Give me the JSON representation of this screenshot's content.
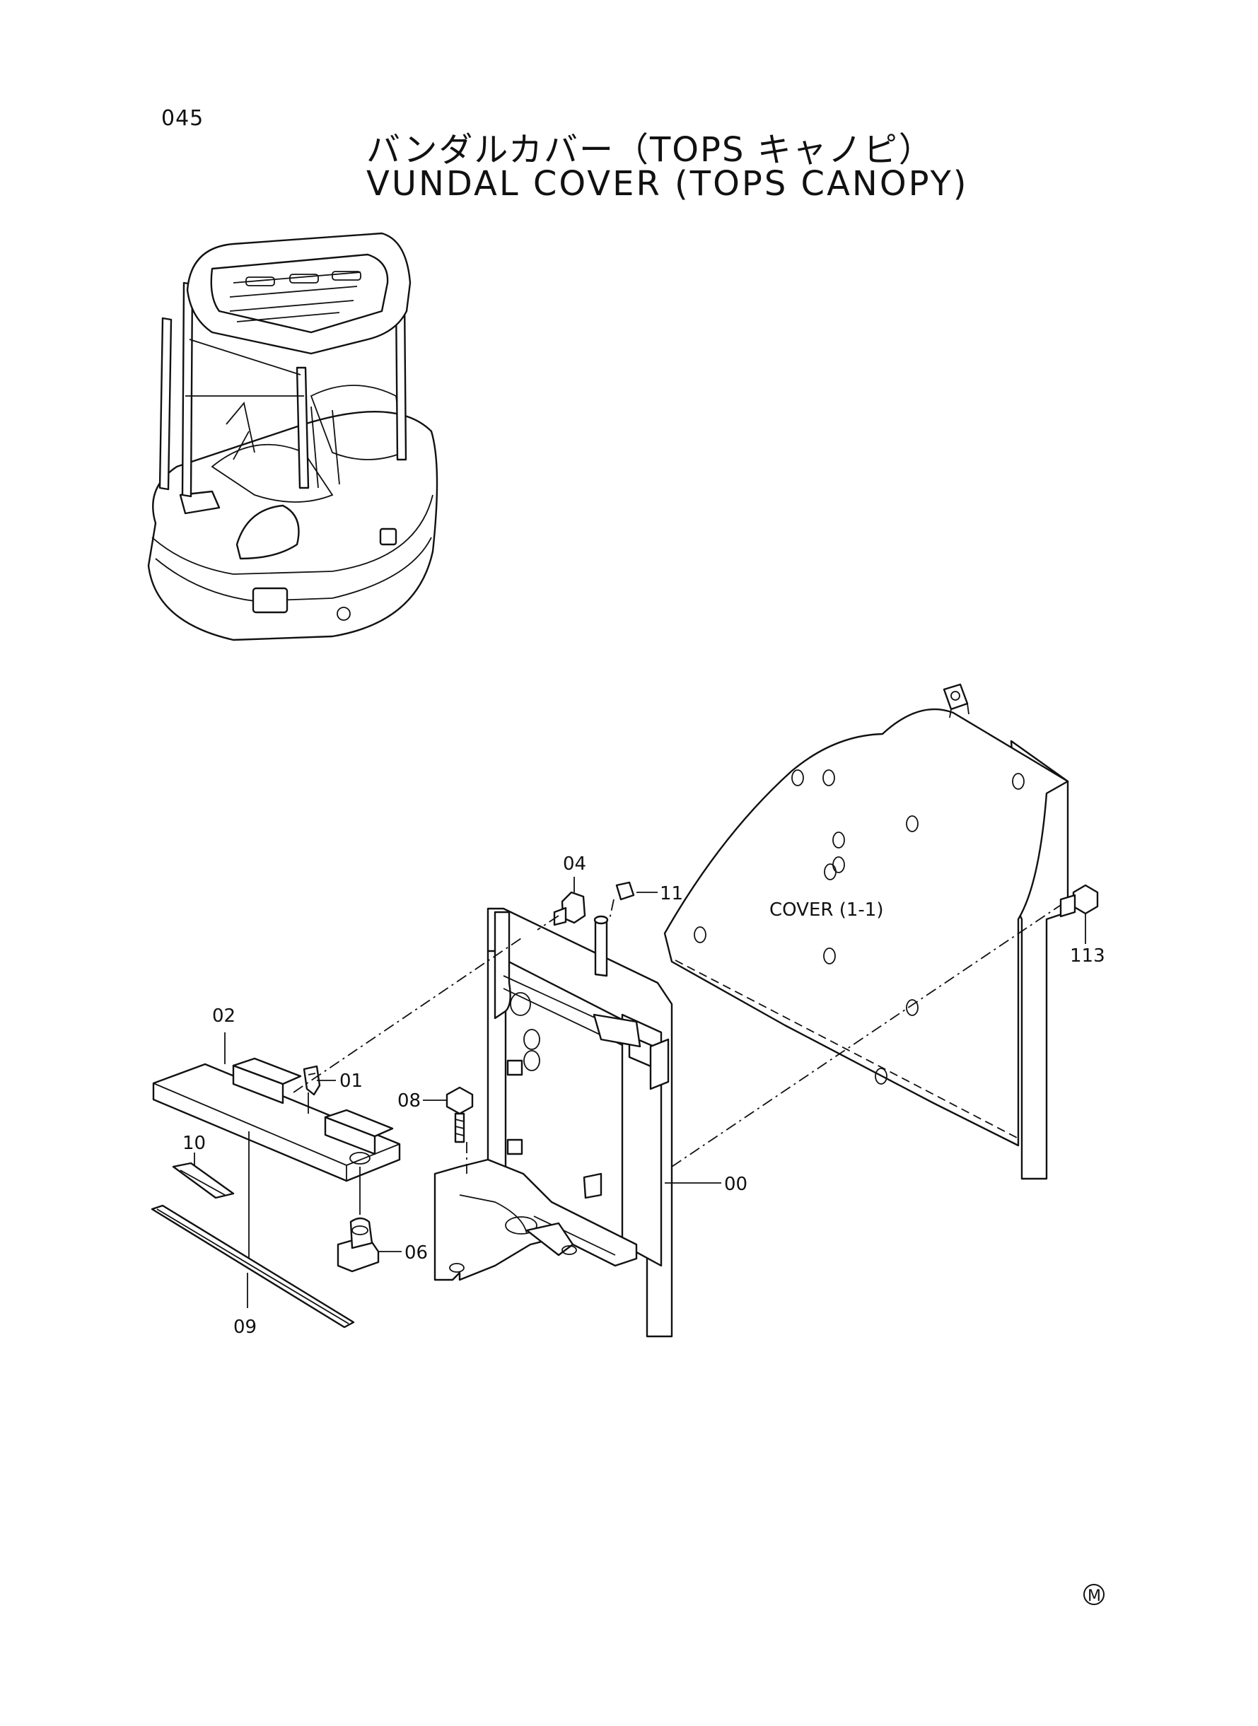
{
  "page_number": "045",
  "title_jp": "バンダルカバー（TOPS キャノピ）",
  "title_en": "VUNDAL COVER (TOPS CANOPY)",
  "cover_label": "COVER (1-1)",
  "part_labels": {
    "p00": "00",
    "p01": "01",
    "p02": "02",
    "p04": "04",
    "p06": "06",
    "p08": "08",
    "p09": "09",
    "p10": "10",
    "p11": "11",
    "p113": "113"
  },
  "corner_mark": "M"
}
